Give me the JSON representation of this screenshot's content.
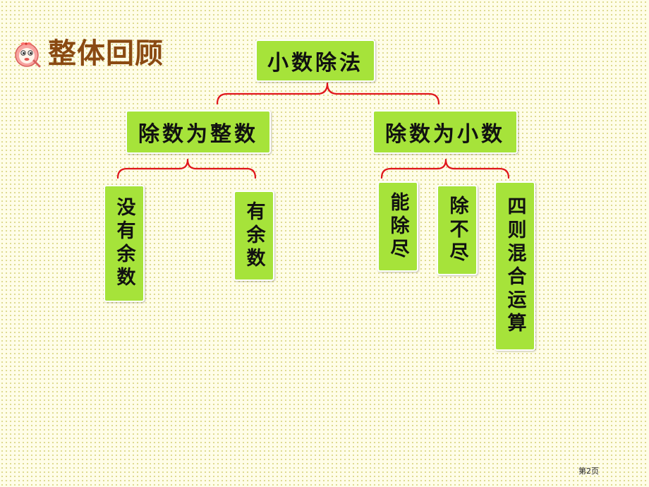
{
  "header": {
    "title": "整体回顾",
    "icon": "cartoon-mascot-icon"
  },
  "diagram": {
    "root": "小数除法",
    "branches": [
      {
        "label": "除数为整数",
        "children": [
          "没有余数",
          "有余数"
        ]
      },
      {
        "label": "除数为小数",
        "children": [
          "能除尽",
          "除不尽",
          "四则混合运算"
        ]
      }
    ]
  },
  "colors": {
    "node_fill": "#a6e33a",
    "connector": "#e0151b",
    "title": "#8a4a12"
  },
  "footer": {
    "page_number": "第2页"
  }
}
